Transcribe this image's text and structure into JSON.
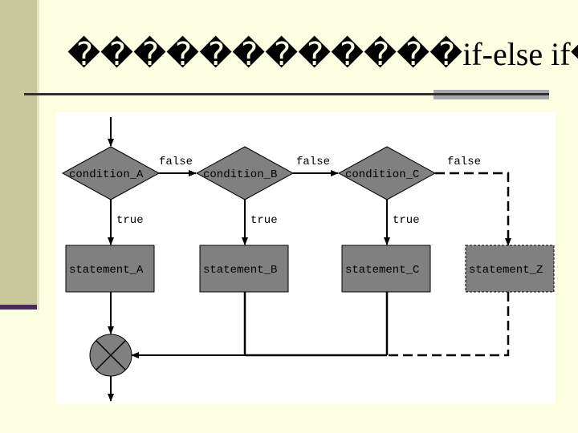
{
  "slide": {
    "title": "������������if-else if��"
  },
  "diagram": {
    "conditions": [
      "condition_A",
      "condition_B",
      "condition_C"
    ],
    "statements": [
      "statement_A",
      "statement_B",
      "statement_C",
      "statement_Z"
    ],
    "branch_labels": {
      "false": "false",
      "true": "true"
    },
    "colors": {
      "node_fill": "#808080",
      "line": "#000000",
      "panel": "#ffffff"
    }
  }
}
